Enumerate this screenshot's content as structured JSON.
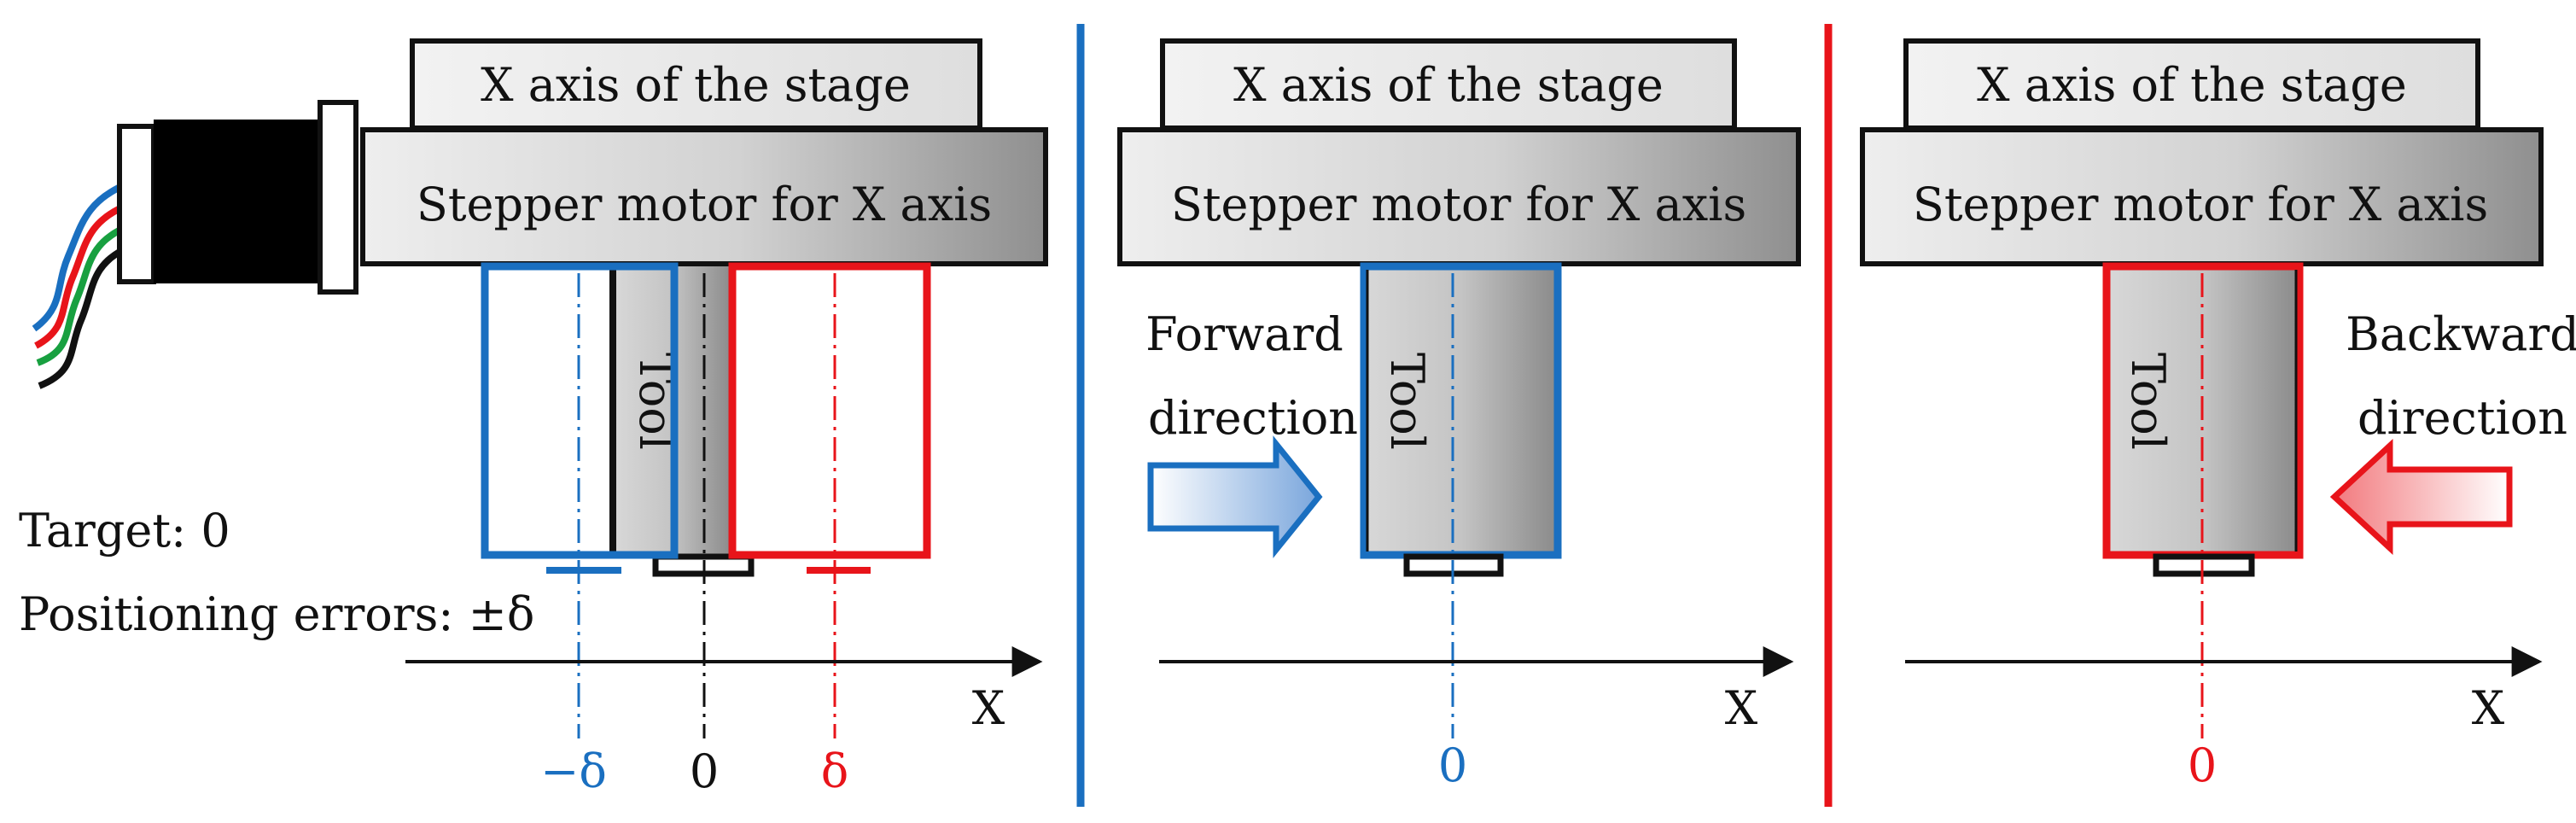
{
  "panels": [
    {
      "stage_label": "X axis of the stage",
      "motor_label": "Stepper motor for X axis",
      "tool_label": "Tool",
      "target_text": "Target: 0",
      "error_text": "Positioning errors: ±δ",
      "axis_label": "X",
      "marks": [
        "−δ",
        "0",
        "δ"
      ]
    },
    {
      "stage_label": "X axis of the stage",
      "motor_label": "Stepper motor for X axis",
      "tool_label": "Tool",
      "direction_line1": "Forward",
      "direction_line2": "direction",
      "axis_label": "X",
      "mark": "0"
    },
    {
      "stage_label": "X axis of the stage",
      "motor_label": "Stepper motor for X axis",
      "tool_label": "Tool",
      "direction_line1": "Backward",
      "direction_line2": "direction",
      "axis_label": "X",
      "mark": "0"
    }
  ],
  "colors": {
    "negative_error": "#1a6fc0",
    "positive_error": "#e8141a",
    "neutral": "#111111"
  }
}
